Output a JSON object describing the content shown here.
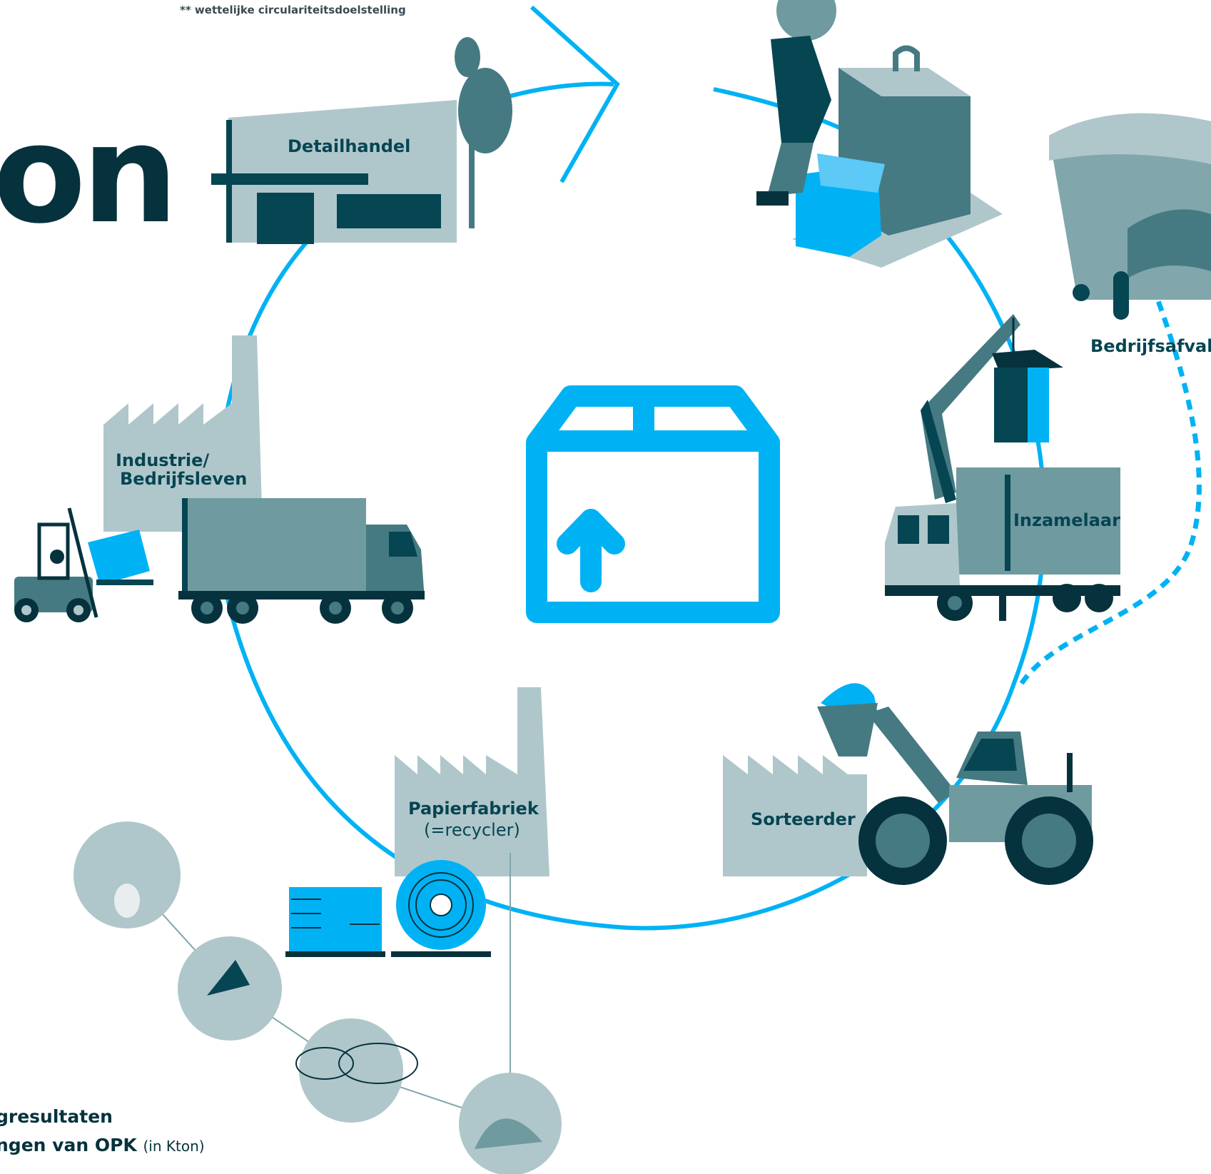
{
  "notes": {
    "footnote": "** wettelijke circulariteitsdoelstelling"
  },
  "title_fragment": "on",
  "stages": {
    "retail": "Detailhandel",
    "industry_line1": "Industrie/",
    "industry_line2": "Bedrijfsleven",
    "collector": "Inzamelaar",
    "business_waste": "Bedrijfsafval",
    "sorter": "Sorteerder",
    "paper_mill_line1": "Papierfabriek",
    "paper_mill_line2": "(=recycler)"
  },
  "results": {
    "line1": "gresultaten",
    "line2": "ngen van OPK",
    "unit": "(in Kton)"
  },
  "colors": {
    "accent": "#00b2f4",
    "dark": "#064552",
    "mid": "#457a82",
    "light": "#afc7cb"
  },
  "icons": {
    "center": "box-up-arrow-icon"
  }
}
